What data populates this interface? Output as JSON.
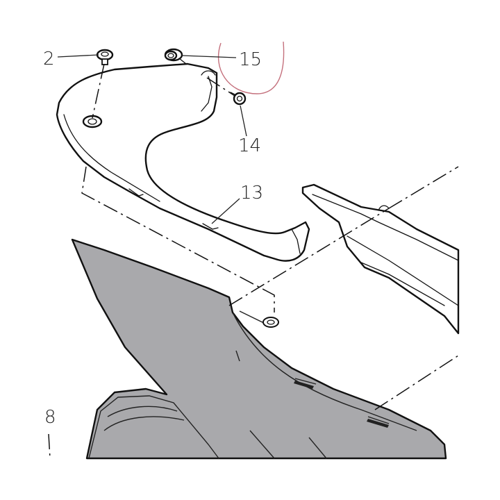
{
  "callouts": {
    "bolt_2": "2",
    "screw_14": "14",
    "bushing_15": "15",
    "bracket_13": "13",
    "fairing_8": "8"
  },
  "colors": {
    "linework": "#111111",
    "fill_shaded": "#a9a9ac",
    "highlight_circle": "#c4707c",
    "background": "#ffffff"
  }
}
